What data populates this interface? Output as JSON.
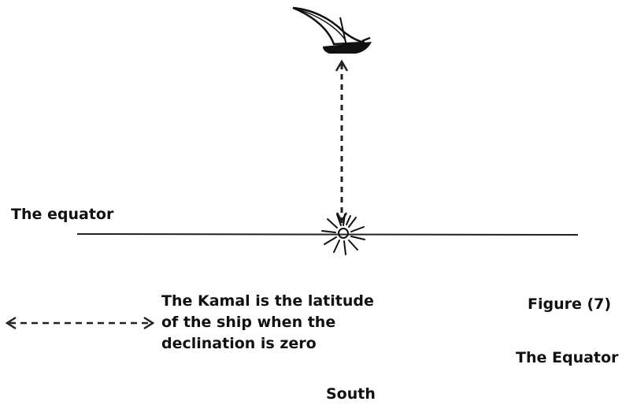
{
  "labels": {
    "equator_left": "The equator",
    "kamal_lines": [
      "The Kamal is the latitude",
      "of the ship when the",
      "declination is zero"
    ],
    "figure": "Figure (7)",
    "equator_title": "The Equator",
    "south": "South"
  },
  "icons": {
    "ship": "sailboat-icon",
    "sun": "sun-icon"
  },
  "colors": {
    "ink": "#111111",
    "background": "#ffffff"
  }
}
